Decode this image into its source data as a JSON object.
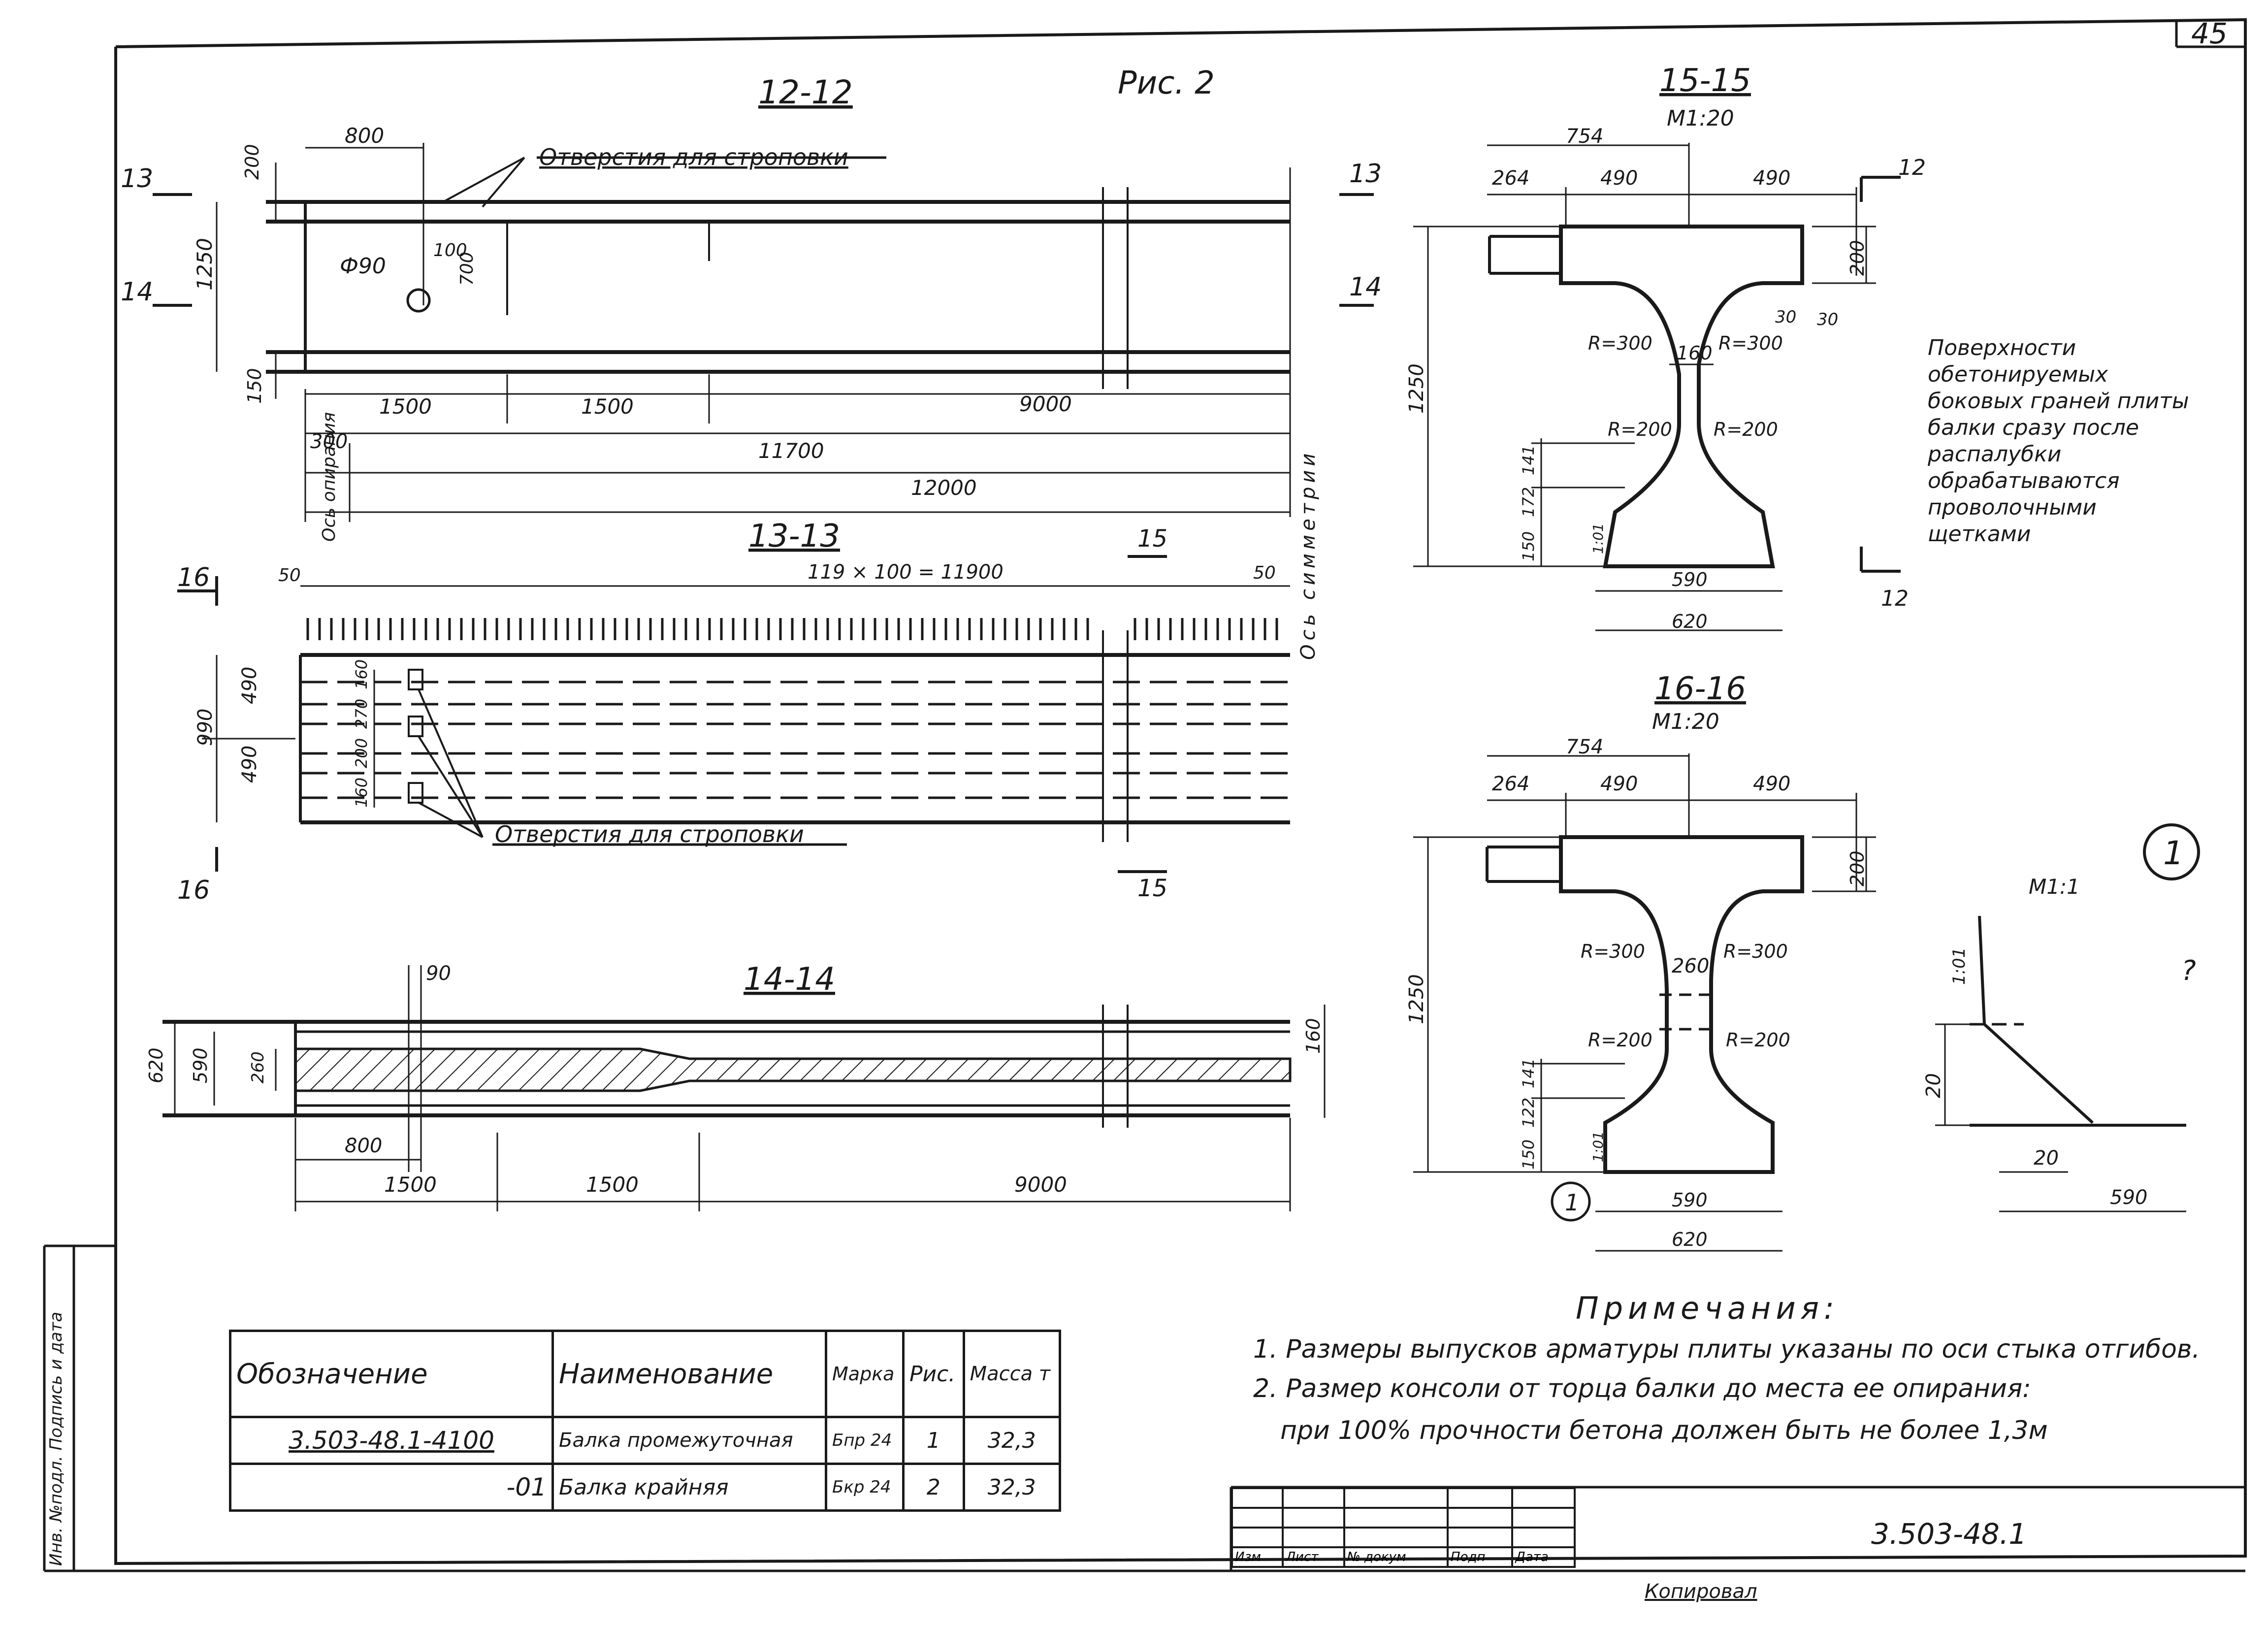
{
  "sheet": {
    "page_number": "45",
    "figure_title": "Рис. 2",
    "document_code": "3.503-48.1",
    "copied_by": "Копировал"
  },
  "views": {
    "v12": {
      "title": "12-12",
      "cut_top": "13",
      "cut_mid": "14",
      "cut_top_r": "13",
      "cut_mid_r": "14",
      "dim_200": "200",
      "dim_1250": "1250",
      "dim_150": "150",
      "dim_800": "800",
      "dim_100": "100",
      "dim_700": "700",
      "dim_phi": "Ф90",
      "dim_1500a": "1500",
      "dim_1500b": "1500",
      "dim_9000": "9000",
      "dim_300": "300",
      "dim_11700": "11700",
      "dim_12000": "12000",
      "axis_support": "Ось опирания",
      "axis_symmetry": "Ось симметрии",
      "label_holes": "Отверстия для строповки"
    },
    "v13": {
      "title": "13-13",
      "dim_stirrups": "119 × 100 = 11900",
      "dim_50a": "50",
      "dim_50b": "50",
      "dim_990": "990",
      "dim_490a": "490",
      "dim_490b": "490",
      "dim_160a": "160",
      "dim_270": "270",
      "dim_200": "200",
      "dim_160b": "160",
      "cut_16a": "16",
      "cut_16b": "16",
      "cut_15a": "15",
      "cut_15b": "15",
      "label_holes": "Отверстия для строповки"
    },
    "v14": {
      "title": "14-14",
      "dim_90": "90",
      "dim_620": "620",
      "dim_590": "590",
      "dim_260": "260",
      "dim_160": "160",
      "dim_800": "800",
      "dim_1500a": "1500",
      "dim_1500b": "1500",
      "dim_9000": "9000"
    },
    "v15": {
      "title": "15-15",
      "scale": "М1:20",
      "dim_754": "754",
      "dim_264": "264",
      "dim_490a": "490",
      "dim_490b": "490",
      "dim_200": "200",
      "dim_1250": "1250",
      "r300a": "R=300",
      "r300b": "R=300",
      "dim_160": "160",
      "dim_30a": "30",
      "dim_30b": "30",
      "r200a": "R=200",
      "r200b": "R=200",
      "dim_141": "141",
      "dim_172": "172",
      "dim_150": "150",
      "dim_101": "1:01",
      "dim_590": "590",
      "dim_620": "620",
      "cut_12a": "12",
      "cut_12b": "12"
    },
    "v16": {
      "title": "16-16",
      "scale": "М1:20",
      "dim_754": "754",
      "dim_264": "264",
      "dim_490a": "490",
      "dim_490b": "490",
      "dim_200": "200",
      "dim_1250": "1250",
      "r300a": "R=300",
      "r300b": "R=300",
      "dim_260": "260",
      "r200a": "R=200",
      "r200b": "R=200",
      "dim_141": "141",
      "dim_122": "122",
      "dim_150": "150",
      "dim_101": "1:01",
      "dim_590": "590",
      "dim_620": "620",
      "callout": "1"
    },
    "detail1": {
      "callout": "1",
      "scale": "М1:1",
      "dim_101": "1:01",
      "dim_20a": "20",
      "dim_20b": "20",
      "dim_590": "590",
      "mark_q": "?"
    }
  },
  "surface_note": "Поверхности обетонируемых боковых граней плиты балки сразу после распалубки обрабатываются проволочными щетками",
  "notes": {
    "header": "Примечания:",
    "n1": "1. Размеры выпусков арматуры плиты указаны по оси стыка отгибов.",
    "n2": "2. Размер консоли от торца балки до места ее опирания:",
    "n3": "при 100% прочности бетона должен быть не более 1,3м"
  },
  "spec_table": {
    "headers": [
      "Обозначение",
      "Наименование",
      "Марка",
      "Рис.",
      "Масса т"
    ],
    "rows": [
      [
        "3.503-48.1-4100",
        "Балка промежуточная",
        "Бпр 24",
        "1",
        "32,3"
      ],
      [
        "-01",
        "Балка крайняя",
        "Бкр 24",
        "2",
        "32,3"
      ]
    ]
  },
  "stamp": {
    "cols": [
      "Изм",
      "Лист",
      "№ докум",
      "Подп",
      "Дата"
    ]
  },
  "margin_stamp": "Инв. №подл. Подпись и дата"
}
